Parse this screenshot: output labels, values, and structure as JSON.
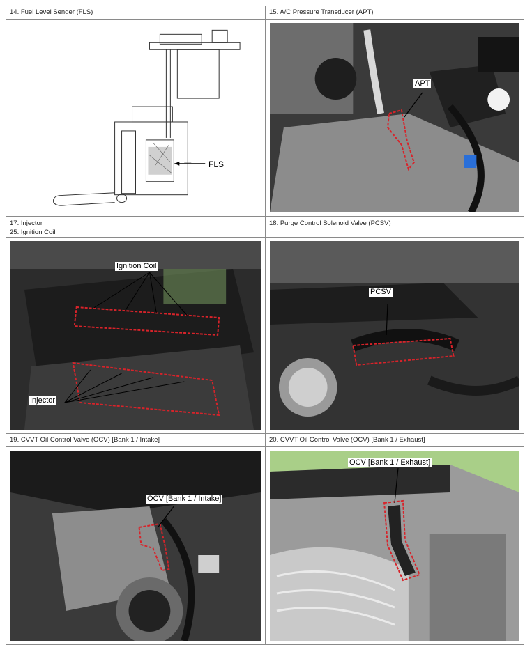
{
  "cells": {
    "fls": {
      "header": "14. Fuel Level Sender (FLS)",
      "callout": "FLS"
    },
    "apt": {
      "header": "15. A/C Pressure Transducer (APT)",
      "callout": "APT"
    },
    "injector": {
      "header_line1": "17. Injector",
      "header_line2": "25. Ignition Coil",
      "callout_coil": "Ignition Coil",
      "callout_injector": "Injector"
    },
    "pcsv": {
      "header": "18. Purge Control Solenoid Valve (PCSV)",
      "callout": "PCSV"
    },
    "ocv_intake": {
      "header": "19. CVVT Oil Control Valve (OCV) [Bank 1 / Intake]",
      "callout": "OCV [Bank 1 / Intake]"
    },
    "ocv_exhaust": {
      "header": "20. CVVT Oil Control Valve (OCV) [Bank 1 / Exhaust]",
      "callout": "OCV [Bank 1 / Exhaust]"
    }
  },
  "colors": {
    "highlight": "#d8232a",
    "border": "#8a8a8a",
    "engine_dark": "#2b2b2b",
    "engine_metal": "#9a9a9a",
    "backdrop_green": "#a9cf88"
  }
}
